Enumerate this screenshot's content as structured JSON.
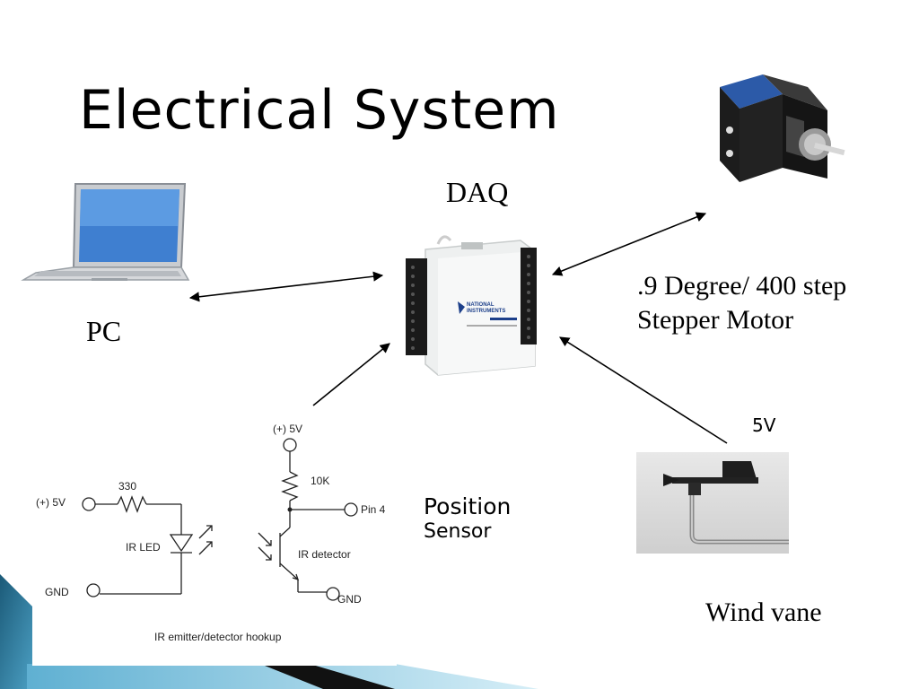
{
  "slide": {
    "title": "Electrical System"
  },
  "labels": {
    "daq": "DAQ",
    "pc": "PC",
    "motor_line1": ".9 Degree/ 400 step",
    "motor_line2": "Stepper Motor",
    "five_v": "5V",
    "position_line1": "Position",
    "position_line2": "Sensor",
    "wind_vane": "Wind vane"
  },
  "schematic": {
    "left_supply": "(+) 5V",
    "resistor_330": "330",
    "ir_led": "IR LED",
    "gnd_left": "GND",
    "right_supply": "(+) 5V",
    "resistor_10k": "10K",
    "pin4": "Pin 4",
    "ir_detector": "IR detector",
    "gnd_right": "GND",
    "caption": "IR emitter/detector hookup"
  },
  "daq_device": {
    "brand_line1": "NATIONAL",
    "brand_line2": "INSTRUMENTS"
  },
  "colors": {
    "accent_dark": "#1b5a78",
    "accent_light": "#7ec4dc",
    "daq_body": "#eef0f0",
    "terminal": "#1a1a1a"
  }
}
